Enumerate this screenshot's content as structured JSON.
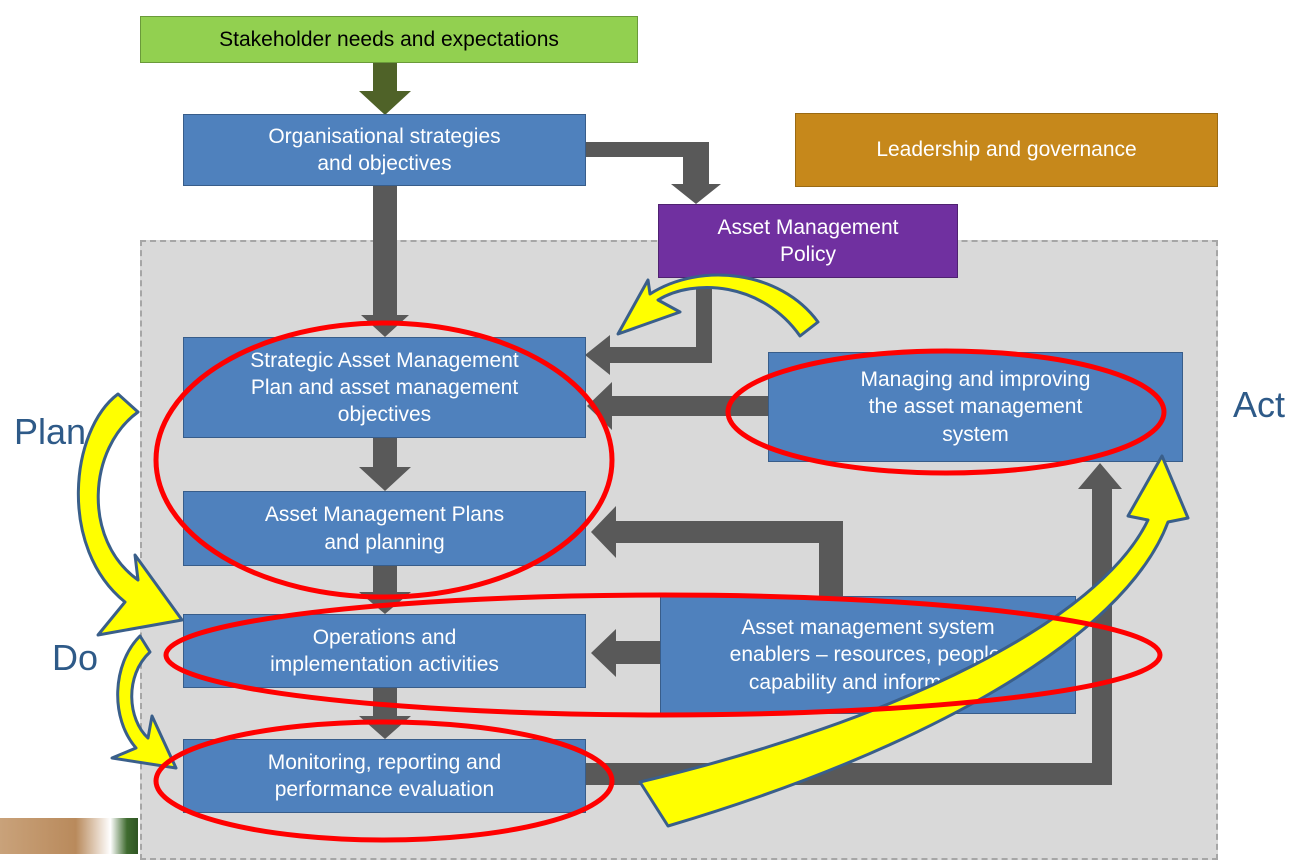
{
  "diagram": {
    "boxes": {
      "stakeholder": "Stakeholder needs and expectations",
      "org_strategies": "Organisational strategies\nand objectives",
      "leadership": "Leadership and governance",
      "am_policy": "Asset Management\nPolicy",
      "samp": "Strategic Asset Management\nPlan and asset management\nobjectives",
      "am_plans": "Asset Management Plans\nand planning",
      "operations": "Operations and\nimplementation activities",
      "monitoring": "Monitoring, reporting and\nperformance evaluation",
      "managing": "Managing and improving\nthe asset management\nsystem",
      "enablers": "Asset management system\nenablers – resources, people,\ncapability and information"
    },
    "cycle_labels": {
      "plan": "Plan",
      "do": "Do",
      "act": "Act"
    },
    "colors": {
      "box_blue": "#4f81bd",
      "stakeholder_green": "#92d050",
      "leadership_orange": "#c6881b",
      "policy_purple": "#7030a0",
      "arrow_gray": "#595959",
      "arrow_dark_green": "#4f6228",
      "cycle_yellow": "#ffff00",
      "highlight_red": "#ff0000",
      "label_blue": "#2e5a88"
    }
  }
}
